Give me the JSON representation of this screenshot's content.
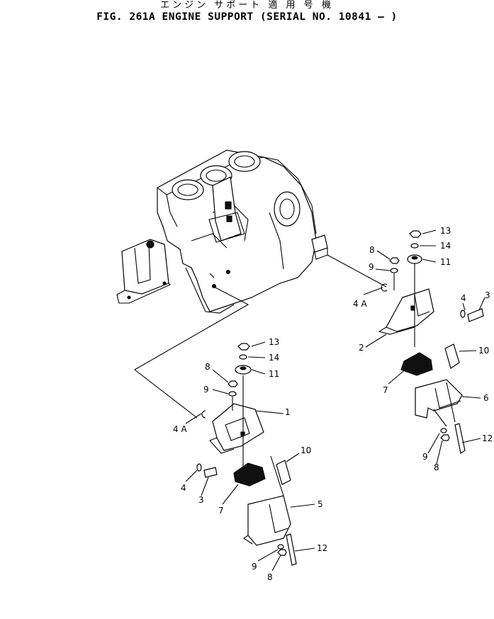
{
  "title": {
    "japanese": "エンジン サポート 適 用 号 機",
    "english": "FIG. 261A  ENGINE SUPPORT (SERIAL NO. 10841 – )"
  },
  "callouts": {
    "right_13": "13",
    "right_14": "14",
    "right_11": "11",
    "right_8": "8",
    "right_9": "9",
    "right_4a": "4 A",
    "right_4": "4",
    "right_3": "3",
    "right_2": "2",
    "right_10": "10",
    "right_7": "7",
    "right_6": "6",
    "right_12": "12",
    "right_9b": "9",
    "right_8b": "8",
    "left_13": "13",
    "left_14": "14",
    "left_8": "8",
    "left_11": "11",
    "left_9": "9",
    "left_1": "1",
    "left_4a": "4 A",
    "left_10": "10",
    "left_4": "4",
    "left_3": "3",
    "left_7": "7",
    "left_5": "5",
    "left_12": "12",
    "left_9b": "9",
    "left_8b": "8"
  }
}
